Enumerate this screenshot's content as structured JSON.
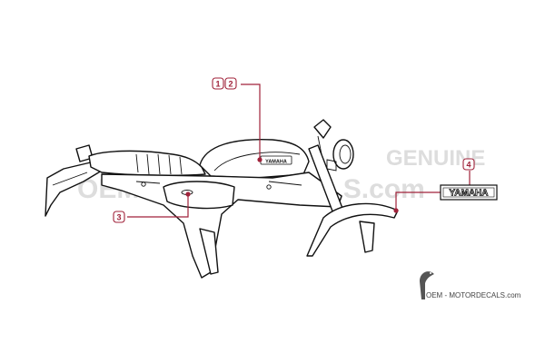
{
  "watermark": {
    "line1": "GENUINE",
    "line2": "OEM-MOTORDECALS.com"
  },
  "callouts": [
    {
      "number": "1"
    },
    {
      "number": "2"
    },
    {
      "number": "3"
    },
    {
      "number": "4"
    }
  ],
  "decals": {
    "tank_badge_text": "YAMAHA",
    "detail_badge_text": "YAMAHA"
  },
  "site_credit": "OEM - MOTORDECALS.com",
  "colors": {
    "callout": "#a0223a",
    "outline": "#111111",
    "watermark": "#dddddd"
  }
}
